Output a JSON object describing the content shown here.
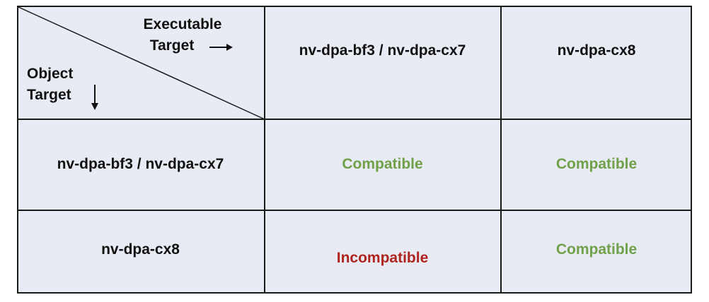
{
  "corner": {
    "executable_line1": "Executable",
    "executable_line2": "Target",
    "object_line1": "Object",
    "object_line2": "Target"
  },
  "columns": {
    "col1": "nv-dpa-bf3 / nv-dpa-cx7",
    "col2": "nv-dpa-cx8"
  },
  "rows": [
    {
      "label": "nv-dpa-bf3 / nv-dpa-cx7",
      "cells": [
        "Compatible",
        "Compatible"
      ]
    },
    {
      "label": "nv-dpa-cx8",
      "cells": [
        "Incompatible",
        "Compatible"
      ]
    }
  ],
  "colors": {
    "compatible": "#70a14a",
    "incompatible": "#b0241f",
    "cell_background": "#e8ebf3",
    "border": "#1a1a1a"
  },
  "icons": {
    "executable_arrow": "arrow-right-icon",
    "object_arrow": "arrow-down-icon"
  }
}
